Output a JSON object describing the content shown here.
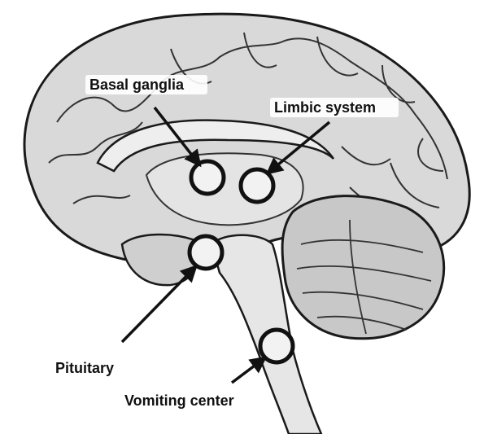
{
  "diagram": {
    "labels": {
      "basal_ganglia": "Basal ganglia",
      "limbic_system": "Limbic system",
      "pituitary": "Pituitary",
      "vomiting_center": "Vomiting center"
    },
    "colors": {
      "outline": "#1a1a1a",
      "cortex_fill": "#d9d9d9",
      "inner_fill": "#eeeeee",
      "cerebellum_fill": "#c8c8c8",
      "marker_fill": "#f2f2f2"
    }
  }
}
